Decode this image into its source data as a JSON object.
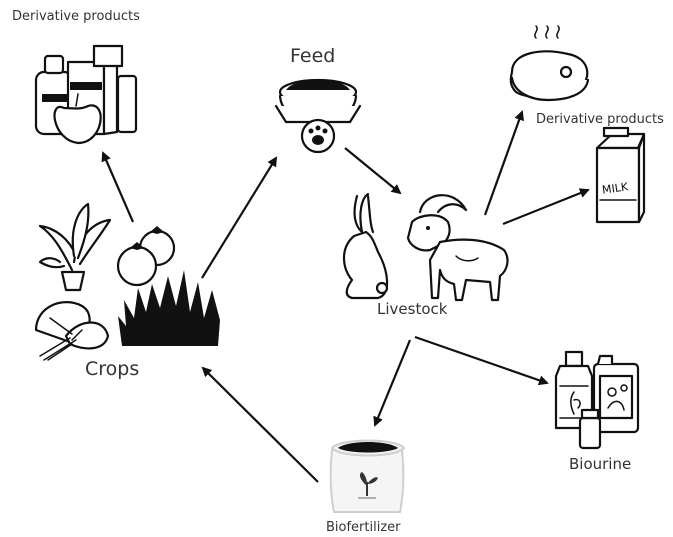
{
  "labels": {
    "top_left_derivative": "Derivative products",
    "feed": "Feed",
    "right_derivative": "Derivative products",
    "livestock": "Livestock",
    "crops": "Crops",
    "biourine": "Biourine",
    "biofertilizer": "Biofertilizer"
  },
  "icons": {
    "packaged_foods": "packaged-food-icon",
    "pet_bowl": "feed-bowl-icon",
    "meat": "meat-steak-icon",
    "milk": "milk-carton-icon",
    "milk_text": "MILK",
    "rabbit": "rabbit-icon",
    "goat": "goat-icon",
    "crops": [
      "plant-icon",
      "tomato-icon",
      "spinach-icon",
      "grass-icon"
    ],
    "biourine": "bottles-icon",
    "biofertilizer": "fertilizer-sack-icon"
  },
  "colors": {
    "ink": "#111111",
    "background": "#ffffff"
  }
}
